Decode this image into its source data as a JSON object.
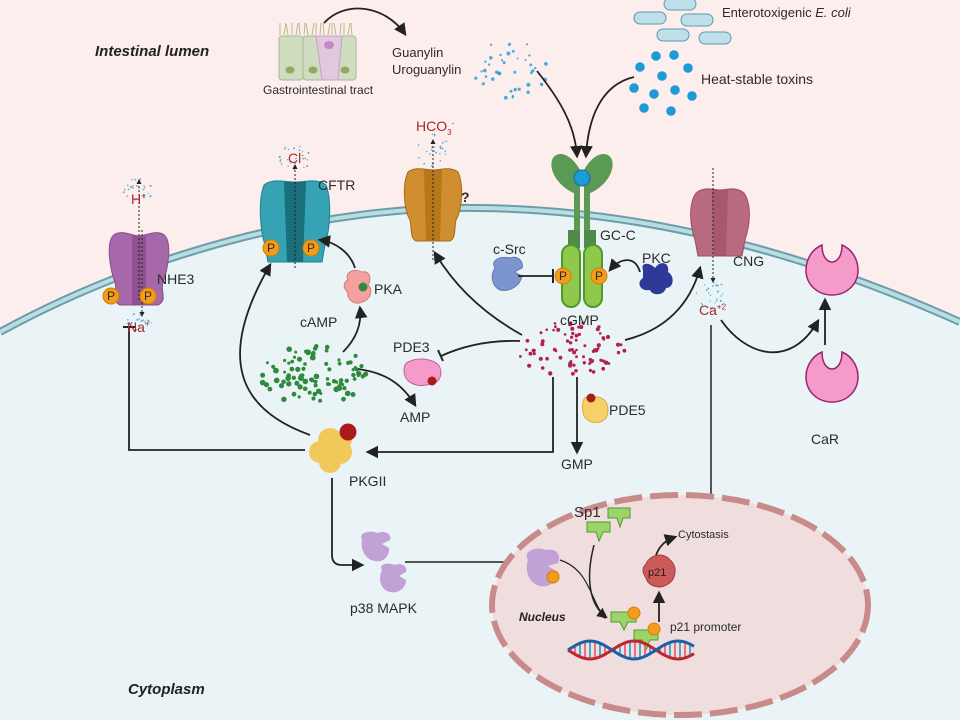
{
  "regions": {
    "lumen": "Intestinal lumen",
    "cytoplasm": "Cytoplasm",
    "nucleus": "Nucleus"
  },
  "labels": {
    "gi_tract": "Gastrointestinal tract",
    "guanylin": "Guanylin",
    "uroguanylin": "Uroguanylin",
    "etec_prefix": "Enterotoxigenic ",
    "etec_italic": "E. coli",
    "st_toxins": "Heat-stable toxins",
    "cftr": "CFTR",
    "nhe3": "NHE3",
    "unknown_channel": "?",
    "gcc": "GC-C",
    "csrc": "c-Src",
    "pkc": "PKC",
    "cng": "CNG",
    "pka": "PKA",
    "camp": "cAMP",
    "cgmp": "cGMP",
    "pde3": "PDE3",
    "pde5": "PDE5",
    "amp": "AMP",
    "gmp": "GMP",
    "pkgii": "PKGII",
    "p38": "p38 MAPK",
    "car": "CaR",
    "sp1": "Sp1",
    "p21": "p21",
    "p21_promoter": "p21 promoter",
    "cytostasis": "Cytostasis",
    "phospho": "P"
  },
  "ions": {
    "h": {
      "base": "H",
      "sup": "+"
    },
    "na": {
      "base": "Na",
      "sup": "+"
    },
    "cl": {
      "base": "Cl",
      "sup": "-"
    },
    "hco3": {
      "base": "HCO",
      "sub": "3",
      "sup": "-"
    },
    "ca": {
      "base": "Ca",
      "sup": "+2"
    }
  },
  "colors": {
    "lumen_bg": "#fdeeee",
    "cytoplasm_bg": "#eaf3f5",
    "membrane": "#9cc9d3",
    "nhe3": "#a668a8",
    "cftr": "#35a3b4",
    "hco3_channel": "#d18e2f",
    "gcc_head": "#5a9a55",
    "gcc_body": "#8fc84a",
    "cng": "#b86a81",
    "car": "#f59bc9",
    "phospho": "#f39c1a",
    "ion_text": "#a52a2a",
    "toxin": "#1e9bd7",
    "camp_dots": "#2e8b3e",
    "cgmp_dots": "#b0224a",
    "pkgii": "#f2c85b",
    "p38": "#c1a1d6",
    "sp1": "#9bd46a",
    "p21": "#cc5a5a",
    "nucleus": "#f0dede"
  }
}
